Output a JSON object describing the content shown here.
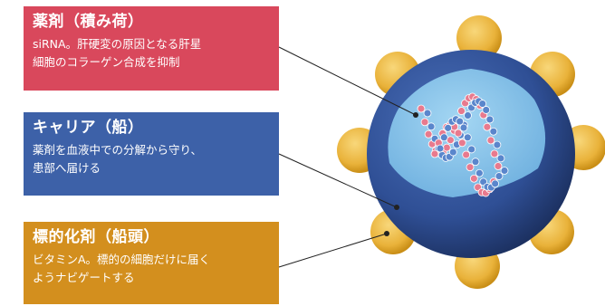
{
  "drug": {
    "title": "薬剤（積み荷）",
    "desc_line1": "siRNA。肝硬変の原因となる肝星",
    "desc_line2": "細胞のコラーゲン合成を抑制"
  },
  "carrier": {
    "title": "キャリア（船）",
    "desc_line1": "薬剤を血液中での分解から守り、",
    "desc_line2": "患部へ届ける"
  },
  "targeting": {
    "title": "標的化剤（船頭）",
    "desc_line1": "ビタミンA。標的の細胞だけに届く",
    "desc_line2": "ようナビゲートする"
  },
  "colors": {
    "drug_box": "#d9485c",
    "carrier_box": "#3d61a8",
    "targeting_box": "#d38f1e",
    "particle_shell": "#2f4f95",
    "particle_core": "#7ec1ea",
    "ligand": "#e9b23a",
    "rna_red": "#e87a8e",
    "rna_blue": "#5a86cc"
  },
  "icons": {
    "nanoparticle": "lipid-nanoparticle-icon",
    "ligand": "vitamin-a-ligand-icon",
    "rna": "sirna-strand-icon"
  }
}
